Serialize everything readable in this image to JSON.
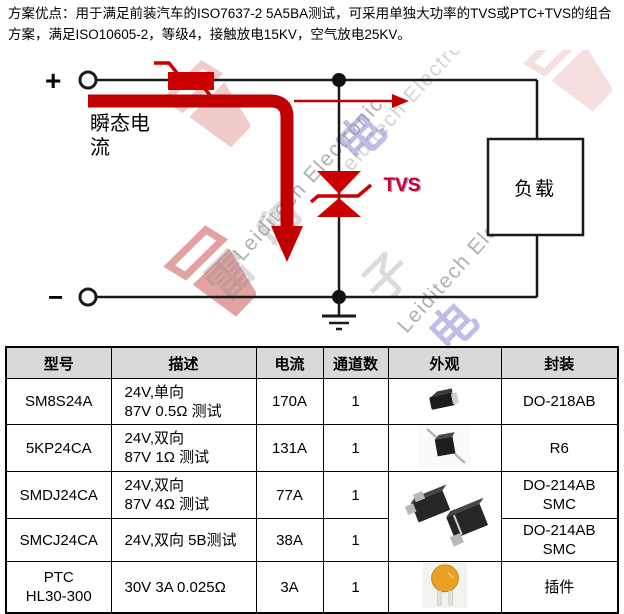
{
  "intro": {
    "lines": [
      "方案优点：用于满足前装汽车的ISO7637-2 5A5BA测试，可采用单独大功率的TVS或PTC+TVS的组合",
      "方案，满足ISO10605-2，等级4，接触放电15KV，空气放电25KV。"
    ]
  },
  "diagram": {
    "labels": {
      "plus": "+",
      "minus": "−",
      "transient_line1": "瞬态电",
      "transient_line2": "流",
      "tvs": "TVS",
      "load": "负载"
    },
    "colors": {
      "circuit_red": "#c00000",
      "tvs_label_red": "#cc0022",
      "wire_black": "#1a1a1a"
    },
    "watermark": {
      "en": "Leiditech Electronic",
      "char1": "雷",
      "char2": "卯",
      "char3": "电",
      "char4": "子",
      "char5": "电"
    }
  },
  "table": {
    "headers": [
      "型号",
      "描述",
      "电流",
      "通道数",
      "外观",
      "封装"
    ],
    "rows": [
      {
        "model_lines": [
          "SM8S24A"
        ],
        "desc_lines": [
          "24V,单向",
          "87V 0.5Ω 测试"
        ],
        "current": "170A",
        "channels": "1",
        "appearance": "smd-do218ab-photo",
        "package_lines": [
          "DO-218AB"
        ]
      },
      {
        "model_lines": [
          "5KP24CA"
        ],
        "desc_lines": [
          "24V,双向",
          "87V 1Ω 测试"
        ],
        "current": "131A",
        "channels": "1",
        "appearance": "axial-r6-photo",
        "package_lines": [
          "R6"
        ]
      },
      {
        "model_lines": [
          "SMDJ24CA"
        ],
        "desc_lines": [
          "24V,双向",
          "87V 4Ω 测试"
        ],
        "current": "77A",
        "channels": "1",
        "appearance": "smc-packages-photo",
        "package_lines": [
          "DO-214AB",
          "SMC"
        ]
      },
      {
        "model_lines": [
          "SMCJ24CA"
        ],
        "desc_lines": [
          "24V,双向 5B测试"
        ],
        "current": "38A",
        "channels": "1",
        "appearance": "smc-packages-photo",
        "package_lines": [
          "DO-214AB",
          "SMC"
        ]
      },
      {
        "model_lines": [
          "PTC",
          "HL30-300"
        ],
        "desc_lines": [
          "30V 3A 0.025Ω"
        ],
        "current": "3A",
        "channels": "1",
        "appearance": "ptc-disc-photo",
        "package_lines": [
          "插件"
        ]
      }
    ]
  }
}
